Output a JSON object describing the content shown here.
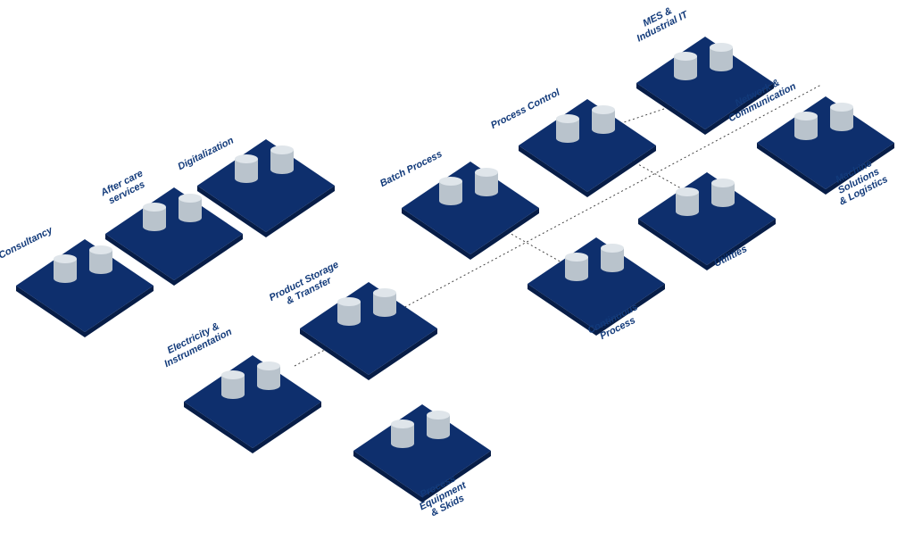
{
  "colors": {
    "tile": "#0e2f6d",
    "tile_edge": "#071d47",
    "label": "#123a7a",
    "connector": "#444444"
  },
  "tiles": [
    {
      "id": "consultancy",
      "lines": [
        "Consultancy"
      ]
    },
    {
      "id": "after-care",
      "lines": [
        "After care",
        "services"
      ]
    },
    {
      "id": "digitalization",
      "lines": [
        "Digitalization"
      ]
    },
    {
      "id": "batch-process",
      "lines": [
        "Batch Process"
      ]
    },
    {
      "id": "process-control",
      "lines": [
        "Process Control"
      ]
    },
    {
      "id": "mes",
      "lines": [
        "MES &",
        "Industrial IT"
      ]
    },
    {
      "id": "network",
      "lines": [
        "Network &",
        "Communication"
      ]
    },
    {
      "id": "machine",
      "lines": [
        "Machine",
        "Solutions",
        "& Logistics"
      ]
    },
    {
      "id": "utilities",
      "lines": [
        "Utilities"
      ]
    },
    {
      "id": "continuous",
      "lines": [
        "Continuous",
        "Process"
      ]
    },
    {
      "id": "product-storage",
      "lines": [
        "Product Storage",
        "& Transfer"
      ]
    },
    {
      "id": "electricity",
      "lines": [
        "Electricity &",
        "Instrumentation"
      ]
    },
    {
      "id": "process-equipment",
      "lines": [
        "Process",
        "Equipment",
        "& Skids"
      ]
    }
  ]
}
